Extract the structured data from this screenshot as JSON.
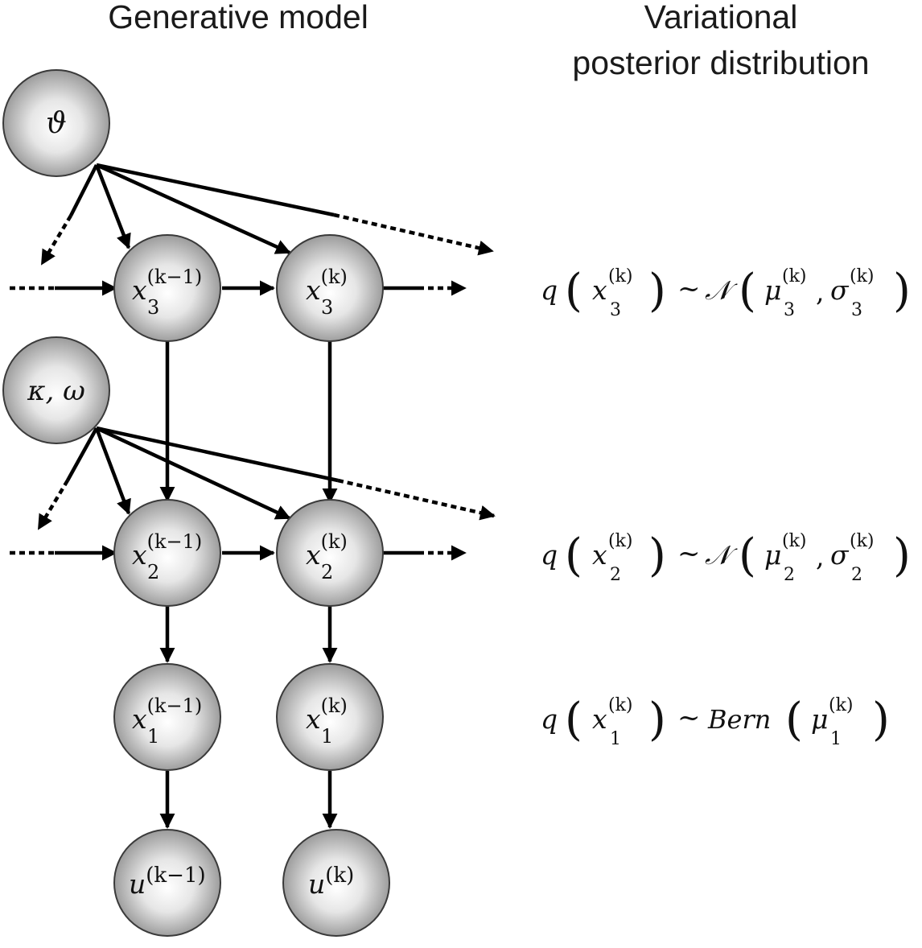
{
  "headings": {
    "left": "Generative model",
    "right_line1": "Variational",
    "right_line2": "posterior distribution"
  },
  "nodes": {
    "theta": "ϑ",
    "kappa_omega": "κ, ω",
    "x3_prev": {
      "base": "x",
      "sup": "(k−1)",
      "sub": "3"
    },
    "x3_curr": {
      "base": "x",
      "sup": "(k)",
      "sub": "3"
    },
    "x2_prev": {
      "base": "x",
      "sup": "(k−1)",
      "sub": "2"
    },
    "x2_curr": {
      "base": "x",
      "sup": "(k)",
      "sub": "2"
    },
    "x1_prev": {
      "base": "x",
      "sup": "(k−1)",
      "sub": "1"
    },
    "x1_curr": {
      "base": "x",
      "sup": "(k)",
      "sub": "1"
    },
    "u_prev": {
      "base": "u",
      "sup": "(k−1)"
    },
    "u_curr": {
      "base": "u",
      "sup": "(k)"
    }
  },
  "posteriors": {
    "level3": {
      "q": "q",
      "lp": "(",
      "var": "x",
      "var_sup": "(k)",
      "var_sub": "3",
      "rp": ")",
      "tilde": "~",
      "dist": "𝒩",
      "mu": "μ",
      "mu_sup": "(k)",
      "mu_sub": "3",
      "comma": ",",
      "sigma": "σ",
      "sigma_sup": "(k)",
      "sigma_sub": "3"
    },
    "level2": {
      "q": "q",
      "lp": "(",
      "var": "x",
      "var_sup": "(k)",
      "var_sub": "2",
      "rp": ")",
      "tilde": "~",
      "dist": "𝒩",
      "mu": "μ",
      "mu_sup": "(k)",
      "mu_sub": "2",
      "comma": ",",
      "sigma": "σ",
      "sigma_sup": "(k)",
      "sigma_sub": "2"
    },
    "level1": {
      "q": "q",
      "lp": "(",
      "var": "x",
      "var_sup": "(k)",
      "var_sub": "1",
      "rp": ")",
      "tilde": "~",
      "dist": "Bern",
      "mu": "μ",
      "mu_sup": "(k)",
      "mu_sub": "1"
    }
  }
}
